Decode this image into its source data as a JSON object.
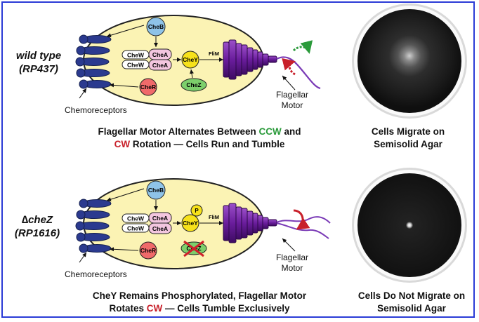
{
  "proteins": {
    "cheb": "CheB",
    "chew": "CheW",
    "chea": "CheA",
    "cher": "CheR",
    "chey": "CheY",
    "chez": "CheZ",
    "flim": "FliM",
    "phosphate": "P"
  },
  "top": {
    "strain_name": "wild type",
    "strain_id": "(RP437)",
    "chemoreceptors_label": "Chemoreceptors",
    "motor_label_1": "Flagellar",
    "motor_label_2": "Motor",
    "caption": {
      "line1_a": "Flagellar Motor Alternates Between ",
      "ccw": "CCW",
      "line1_b": " and",
      "cw": "CW",
      "line2": " Rotation — Cells Run and Tumble"
    },
    "dish_caption_1": "Cells Migrate on",
    "dish_caption_2": "Semisolid Agar"
  },
  "bottom": {
    "strain_name": "∆cheZ",
    "strain_id": "(RP1616)",
    "chemoreceptors_label": "Chemoreceptors",
    "motor_label_1": "Flagellar",
    "motor_label_2": "Motor",
    "caption": {
      "line1": "CheY Remains Phosphorylated, Flagellar Motor",
      "line2_a": "Rotates ",
      "cw": "CW",
      "line2_b": " — Cells Tumble Exclusively"
    },
    "dish_caption_1": "Cells Do Not Migrate on",
    "dish_caption_2": "Semisolid Agar"
  },
  "colors": {
    "frame": "#2a3bd6",
    "cell": "#fbf3b4",
    "ccw": "#2a9a3a",
    "cw": "#c8202a",
    "motor": "#6a1d9c",
    "receptor": "#2b3a8f"
  }
}
